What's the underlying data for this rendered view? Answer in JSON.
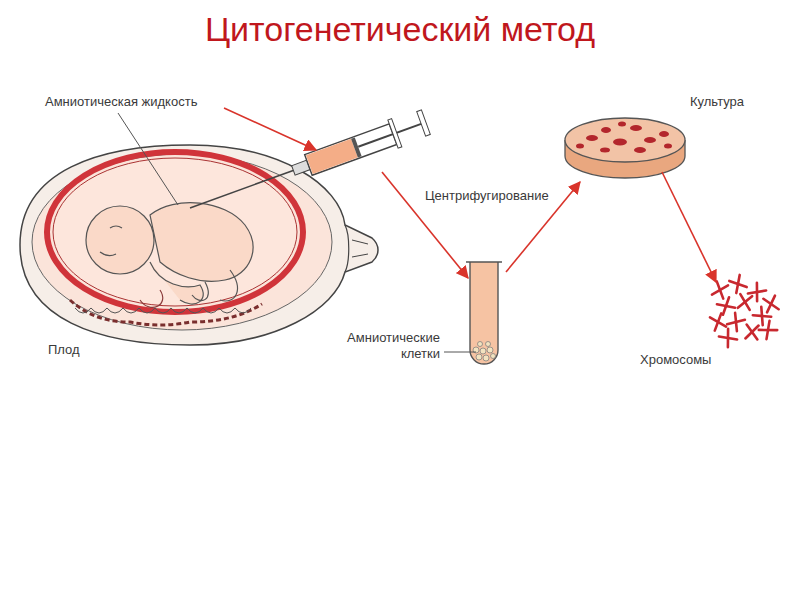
{
  "diagram": {
    "title": "Цитогенетический метод",
    "labels": [
      "Амниотическая жидкость",
      "Культура",
      "Центрифугирование",
      "Плод",
      "Амниотические клетки",
      "Хромосомы"
    ]
  }
}
